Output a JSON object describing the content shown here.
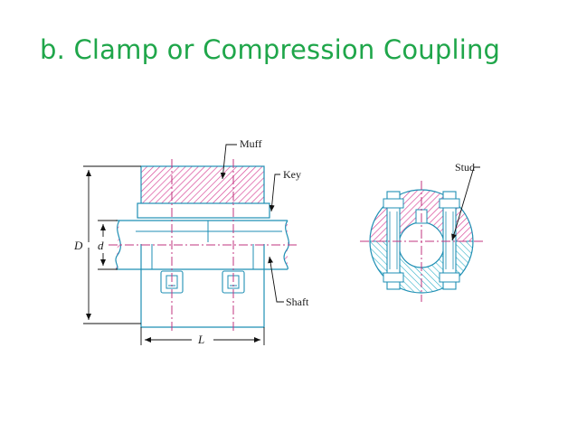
{
  "slide": {
    "title": "b.  Clamp or Compression Coupling"
  },
  "labels": {
    "muff": "Muff",
    "key": "Key",
    "shaft": "Shaft",
    "stud": "Stud",
    "dim_D": "D",
    "dim_d": "d",
    "dim_L": "L"
  },
  "colors": {
    "title": "#1fa64a",
    "outline": "#1f8fb4",
    "muff_hatch": "#d84a9a",
    "lower_hatch": "#2fb1c8",
    "centerline": "#c0357f"
  }
}
